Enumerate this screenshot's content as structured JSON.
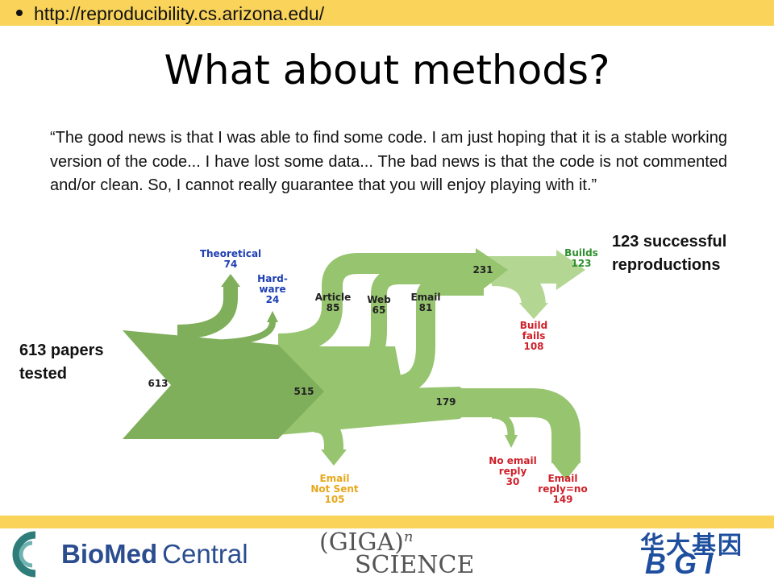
{
  "header": {
    "url": "http://reproducibility.cs.arizona.edu/"
  },
  "slide": {
    "title": "What about methods?",
    "quote": "“The good news is that I was able to find some code. I am just hoping that it is a stable working version of the code... I have lost some data... The bad news is that the code is not commented and/or clean. So, I cannot really guarantee that you will enjoy playing with it.”"
  },
  "annotations": {
    "papers_line1": "613 papers",
    "papers_line2": "tested",
    "success_line1": "123 successful",
    "success_line2": "reproductions"
  },
  "flow": {
    "start": "613",
    "theoretical": [
      "Theoretical",
      "74"
    ],
    "hardware": [
      "Hard-",
      "ware",
      "24"
    ],
    "mid": "515",
    "article": [
      "Article",
      "85"
    ],
    "web": [
      "Web",
      "65"
    ],
    "email": [
      "Email",
      "81"
    ],
    "n231": "231",
    "builds": [
      "Builds",
      "123"
    ],
    "build_fails": [
      "Build",
      "fails",
      "108"
    ],
    "n179": "179",
    "email_not_sent": [
      "Email",
      "Not Sent",
      "105"
    ],
    "no_email_reply": [
      "No email",
      "reply",
      "30"
    ],
    "email_reply_no": [
      "Email",
      "reply=no",
      "149"
    ]
  },
  "colors": {
    "green_dark": "#7faf5a",
    "green_mid": "#97c46f",
    "green_light": "#b4d693",
    "blue_label": "#1f3fb4",
    "red_label": "#d0202a",
    "orange_label": "#e7a81c",
    "green_label": "#2f8f2f",
    "bar_yellow": "#f9d35a"
  },
  "logos": {
    "biomed": {
      "bio": "BioMed",
      "central": "Central"
    },
    "giga": {
      "prefix": "(GIGA",
      "paren": ")",
      "sup": "n",
      "science": "SCIENCE"
    },
    "bgi": {
      "cn": "华大基因",
      "en": "BGI"
    }
  }
}
